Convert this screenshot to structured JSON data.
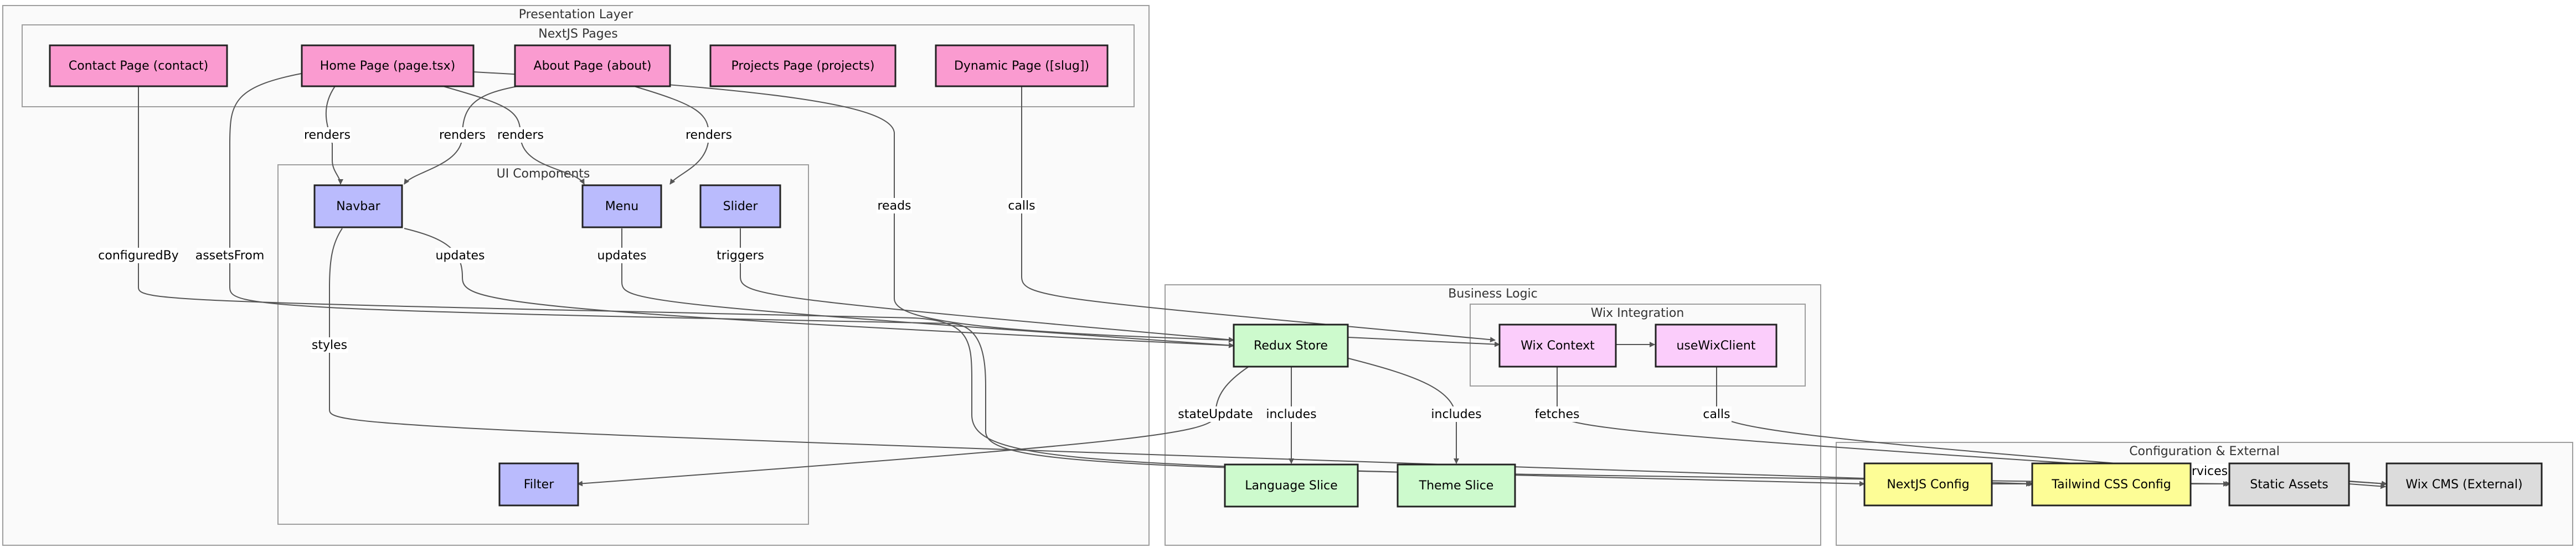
{
  "colors": {
    "page": "#fa9bd0",
    "ui": "#babbfd",
    "wix": "#fbcdfb",
    "state": "#cdfacd",
    "config": "#fdfd96",
    "external": "#dcdcdc"
  },
  "clusters": {
    "presentation": "Presentation Layer",
    "nextjs": "NextJS Pages",
    "ui": "UI Components",
    "business": "Business Logic",
    "wix": "Wix Integration",
    "config": "Configuration & External"
  },
  "nodes": {
    "contact": "Contact Page (contact)",
    "home": "Home Page (page.tsx)",
    "about": "About Page (about)",
    "projects": "Projects Page (projects)",
    "dynamic": "Dynamic Page ([slug])",
    "navbar": "Navbar",
    "menu": "Menu",
    "slider": "Slider",
    "filter": "Filter",
    "redux": "Redux Store",
    "wixContext": "Wix Context",
    "useWixClient": "useWixClient",
    "language": "Language Slice",
    "theme": "Theme Slice",
    "nextConfig": "NextJS Config",
    "tailwind": "Tailwind CSS Config",
    "assets": "Static Assets",
    "wixCms": "Wix CMS (External)"
  },
  "edges": {
    "homeNavbar": "renders",
    "aboutNavbar": "renders",
    "homeMenu": "renders",
    "aboutMenu": "renders",
    "homeRedux": "reads",
    "dynamicWix": "calls",
    "contactNext": "configuredBy",
    "homeAssets": "assetsFrom",
    "navbarRedux": "updates",
    "menuRedux": "updates",
    "sliderRedux": "triggers",
    "navbarTailwind": "styles",
    "reduxFilter": "stateUpdate",
    "reduxLanguage": "includes",
    "reduxTheme": "includes",
    "wixFetches": "fetches",
    "useWixCalls": "calls",
    "nextServices": "services"
  }
}
